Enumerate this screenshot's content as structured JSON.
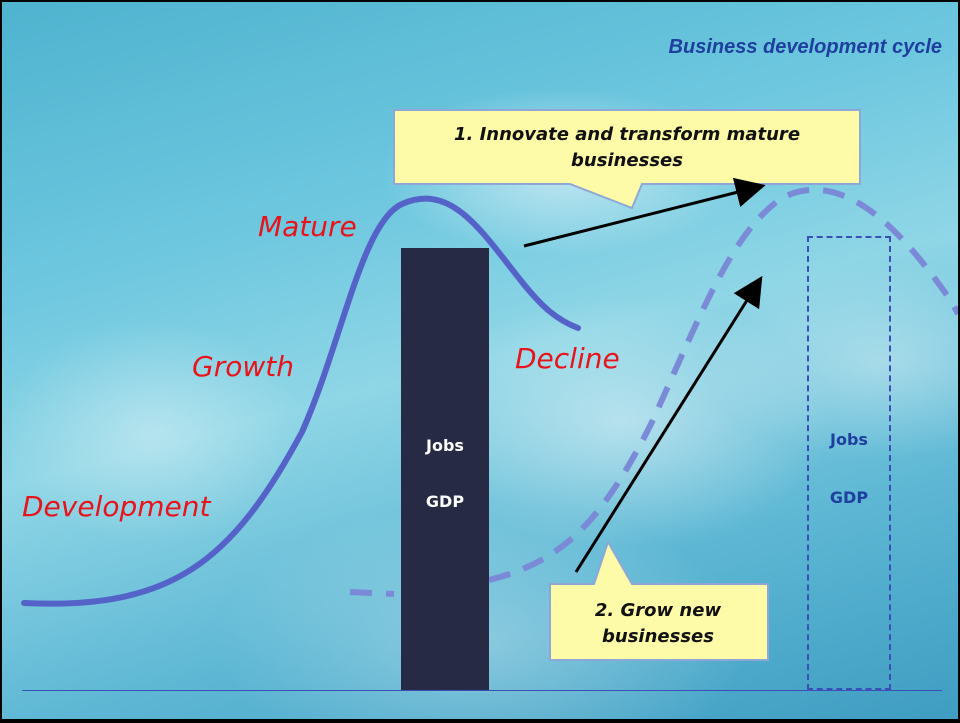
{
  "title": "Business development cycle",
  "stages": {
    "development": "Development",
    "growth": "Growth",
    "mature": "Mature",
    "decline": "Decline"
  },
  "bars": {
    "current": {
      "jobs": "Jobs",
      "gdp": "GDP"
    },
    "future": {
      "jobs": "Jobs",
      "gdp": "GDP"
    }
  },
  "callouts": {
    "innovate": "1. Innovate and transform mature businesses",
    "grow": "2. Grow new businesses"
  },
  "colors": {
    "curve": "#5563c9",
    "dashed_curve": "#7a8ad6",
    "stage_text": "#e8141b",
    "title": "#1f3f9f",
    "callout_fill": "#fdfaa8",
    "callout_border": "#8fa7d6",
    "solid_bar": "#262a44"
  }
}
